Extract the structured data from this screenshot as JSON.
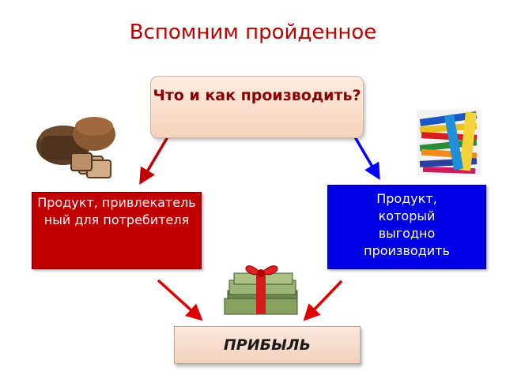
{
  "title": "Вспомним пройденное",
  "question": "Что и как производить?",
  "left_box": "Продукт, привлекательный для потребителя",
  "right_box": [
    "Продукт,",
    "который",
    "выгодно",
    "производить"
  ],
  "profit_box": "ПРИБЫЛЬ",
  "images": {
    "bread": "bread-photo",
    "books": "books-photo",
    "gift_money": "money-gift-photo"
  },
  "colors": {
    "title": "#c00000",
    "left_box": "#c00000",
    "right_box": "#0000e6",
    "arrow_red": "#e00000",
    "arrow_blue": "#0000ff"
  }
}
